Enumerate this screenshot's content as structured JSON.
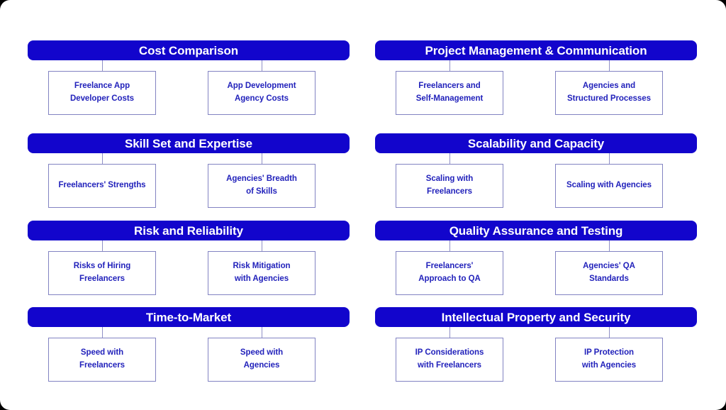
{
  "page": {
    "background_color": "#ffffff",
    "accent_color": "#1205CC",
    "box_border_color": "#8283C2",
    "label_color": "#2222BB",
    "header_text_color": "#FFFFFF",
    "layout": "two-column comparison diagram, 4 rows per column"
  },
  "columns": [
    {
      "name": "left-column",
      "sections": [
        {
          "title": "Cost Comparison",
          "children": [
            {
              "label": "Freelance App\nDeveloper Costs"
            },
            {
              "label": "App Development\nAgency Costs"
            }
          ]
        },
        {
          "title": "Skill Set and Expertise",
          "children": [
            {
              "label": "Freelancers' Strengths"
            },
            {
              "label": "Agencies' Breadth\nof Skills"
            }
          ]
        },
        {
          "title": "Risk and Reliability",
          "children": [
            {
              "label": "Risks of Hiring\nFreelancers"
            },
            {
              "label": "Risk Mitigation\nwith Agencies"
            }
          ]
        },
        {
          "title": "Time-to-Market",
          "children": [
            {
              "label": "Speed with\nFreelancers"
            },
            {
              "label": "Speed with\nAgencies"
            }
          ]
        }
      ]
    },
    {
      "name": "right-column",
      "sections": [
        {
          "title": "Project Management & Communication",
          "children": [
            {
              "label": "Freelancers and\nSelf-Management"
            },
            {
              "label": "Agencies and\nStructured Processes"
            }
          ]
        },
        {
          "title": "Scalability and Capacity",
          "children": [
            {
              "label": "Scaling with\nFreelancers"
            },
            {
              "label": "Scaling with Agencies"
            }
          ]
        },
        {
          "title": "Quality Assurance and Testing",
          "children": [
            {
              "label": "Freelancers'\nApproach to QA"
            },
            {
              "label": "Agencies' QA\nStandards"
            }
          ]
        },
        {
          "title": "Intellectual Property and Security",
          "children": [
            {
              "label": "IP Considerations\nwith Freelancers"
            },
            {
              "label": "IP Protection\nwith Agencies"
            }
          ]
        }
      ]
    }
  ]
}
